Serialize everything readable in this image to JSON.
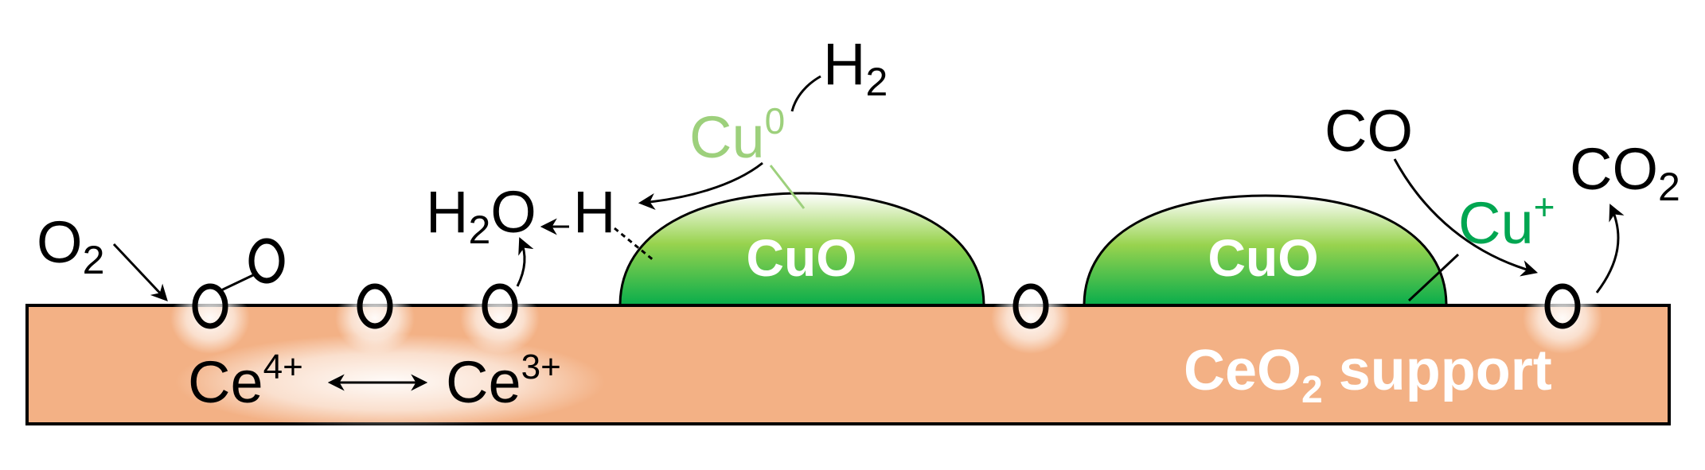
{
  "title": "CuO/CeO2 catalytic mechanism",
  "colors": {
    "support": "#f3b185",
    "cuo_top": "#ffffff",
    "cuo_mid": "#98d34e",
    "cuo_bottom": "#08ad4b",
    "cu0": "#9dd07c",
    "cu_plus": "#00a651"
  },
  "labels": {
    "o2": {
      "base": "O",
      "sub": "2"
    },
    "h2o": {
      "h": "H",
      "sub": "2",
      "o": "O"
    },
    "h": "H",
    "h2": {
      "base": "H",
      "sub": "2"
    },
    "cu0": {
      "base": "Cu",
      "sup": "0"
    },
    "cuo_1": "CuO",
    "cuo_2": "CuO",
    "co": "CO",
    "co2": {
      "base": "CO",
      "sub": "2"
    },
    "cu_plus": {
      "base": "Cu",
      "sup": "+"
    },
    "ce4": {
      "base": "Ce",
      "sup": "4+"
    },
    "ce3": {
      "base": "Ce",
      "sup": "3+"
    },
    "support": {
      "pre": "CeO",
      "sub": "2",
      "post": " support"
    },
    "oxygen_atom": "O"
  }
}
